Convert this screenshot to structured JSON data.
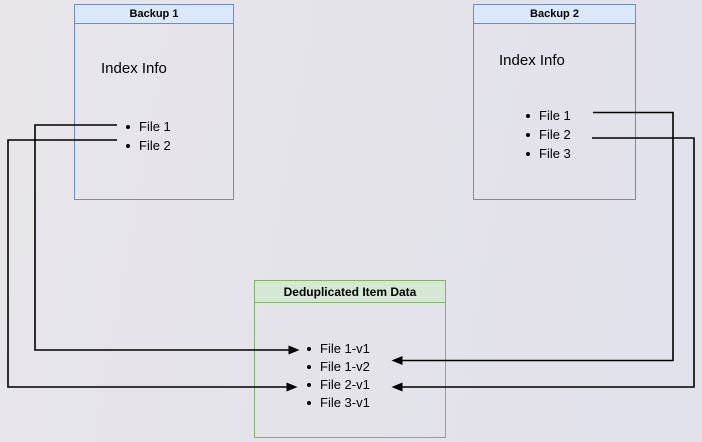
{
  "colors": {
    "blue_fill": "#dae8fc",
    "blue_border": "#6c8ebf",
    "green_fill": "#d5e8d4",
    "green_border": "#82b366",
    "line": "#000000"
  },
  "diagram": {
    "backup1": {
      "title": "Backup 1",
      "subtitle": "Index Info",
      "files": [
        "File 1",
        "File 2"
      ]
    },
    "backup2": {
      "title": "Backup 2",
      "subtitle": "Index Info",
      "files": [
        "File 1",
        "File 2",
        "File 3"
      ]
    },
    "dedup": {
      "title": "Deduplicated Item Data",
      "items": [
        "File 1-v1",
        "File 1-v2",
        "File 2-v1",
        "File 3-v1"
      ]
    },
    "connections": [
      {
        "from": "Backup 1 / File 1",
        "to": "File 1-v1"
      },
      {
        "from": "Backup 1 / File 2",
        "to": "File 2-v1"
      },
      {
        "from": "Backup 2 / File 1",
        "to": "File 1-v2"
      },
      {
        "from": "Backup 2 / File 2",
        "to": "File 2-v1"
      }
    ]
  }
}
